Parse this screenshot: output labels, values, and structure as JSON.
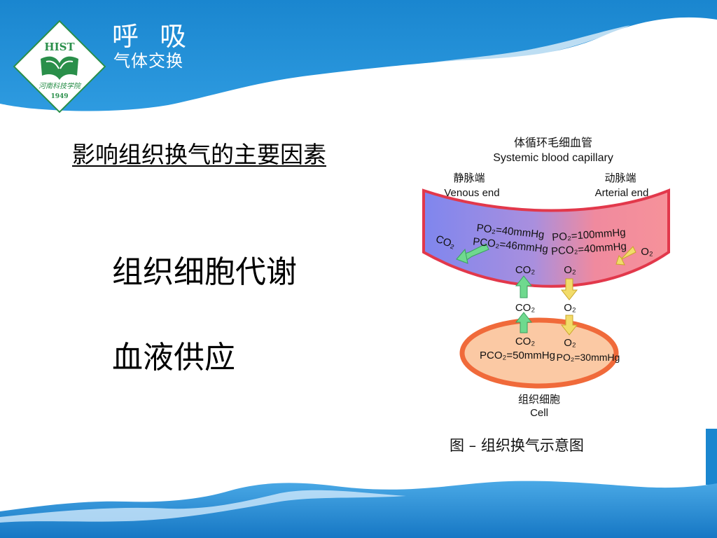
{
  "header": {
    "title": "呼  吸",
    "subtitle": "气体交换",
    "logo": {
      "abbr": "HIST",
      "school": "河南科技学院",
      "year": "1949"
    }
  },
  "heading": "影响组织换气的主要因素",
  "factors": [
    "组织细胞代谢",
    "血液供应"
  ],
  "diagram": {
    "capillary_cn": "体循环毛细血管",
    "capillary_en": "Systemic blood capillary",
    "venous_cn": "静脉端",
    "venous_en": "Venous end",
    "arterial_cn": "动脉端",
    "arterial_en": "Arterial end",
    "venous_po2": "PO₂=40mmHg",
    "venous_pco2": "PCO₂=46mmHg",
    "arterial_po2": "PO₂=100mmHg",
    "arterial_pco2": "PCO₂=40mmHg",
    "co2": "CO₂",
    "o2": "O₂",
    "cell_pco2": "PCO₂=50mmHg",
    "cell_po2": "PO₂=30mmHg",
    "cell_cn": "组织细胞",
    "cell_en": "Cell",
    "caption": "图 – 组织换气示意图"
  },
  "colors": {
    "brand_blue": "#1f8fd6",
    "venous_blue": "#7f86ee",
    "arterial_red": "#f48a96",
    "vessel_border": "#e2384b",
    "cell_fill": "#fbc9a4",
    "cell_border": "#f06a3a",
    "arrow_green": "#6fd98e",
    "arrow_yellow": "#f2dc6a"
  }
}
